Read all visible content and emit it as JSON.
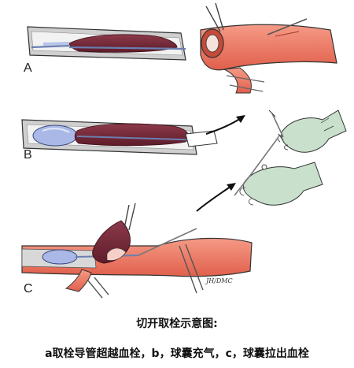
{
  "panels": [
    {
      "label": "A"
    },
    {
      "label": "B"
    },
    {
      "label": "C"
    }
  ],
  "signature": "JH/DMC",
  "caption": {
    "title": "切开取栓示意图:",
    "description": "a取栓导管超越血栓，b，球囊充气，c，球囊拉出血栓"
  },
  "colors": {
    "vessel_wall": "#cfcfcf",
    "vessel_lumen": "#f2f2f2",
    "thrombus": "#7a2a3a",
    "artery": "#ec7560",
    "balloon": "#a9b8e6",
    "glove": "#c9e0cc",
    "outline": "#333333"
  }
}
